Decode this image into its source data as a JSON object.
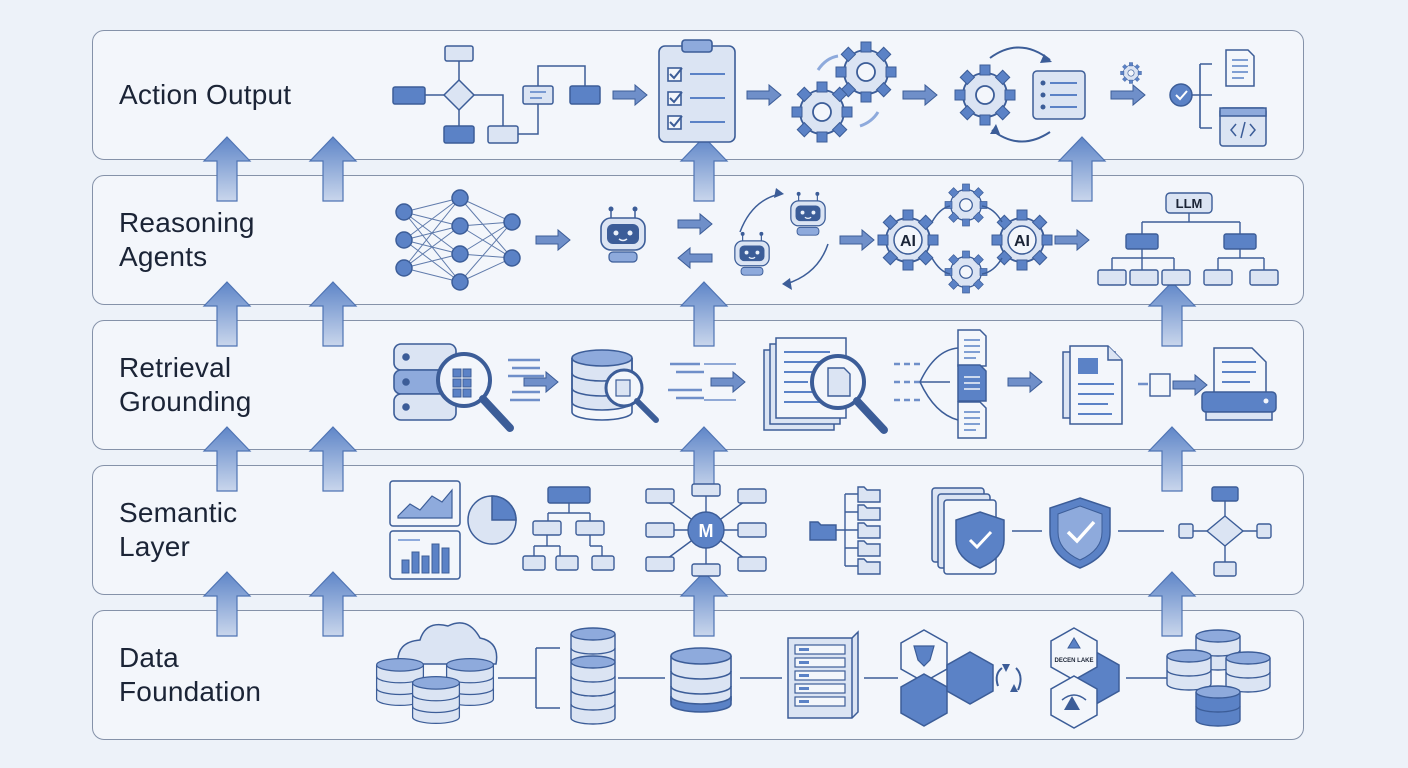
{
  "layers": [
    {
      "id": "action-output",
      "label_lines": [
        "Action Output"
      ]
    },
    {
      "id": "reasoning-agents",
      "label_lines": [
        "Reasoning",
        "Agents"
      ]
    },
    {
      "id": "retrieval-grounding",
      "label_lines": [
        "Retrieval",
        "Grounding"
      ]
    },
    {
      "id": "semantic-layer",
      "label_lines": [
        "Semantic",
        "Layer"
      ]
    },
    {
      "id": "data-foundation",
      "label_lines": [
        "Data",
        "Foundation"
      ]
    }
  ],
  "icon_text": {
    "ai": "AI",
    "llm": "LLM",
    "m": "M",
    "lake_caption": "DECEN LAKE"
  },
  "colors": {
    "background": "#edf2f9",
    "panel": "#f3f6fb",
    "border": "#8592a9",
    "accent": "#5b82c6",
    "accent_dark": "#3c5d98",
    "light_fill": "#dbe4f3",
    "arrow": "#6f8fc9"
  },
  "icons": [
    "flowchart-icon",
    "clipboard-checklist-icon",
    "gears-icon",
    "gear-document-icon",
    "branch-output-icon",
    "neural-network-icon",
    "robot-icon",
    "multi-robot-icon",
    "ai-gears-icon",
    "llm-tree-icon",
    "database-search-icon",
    "database-document-icon",
    "document-search-icon",
    "document-split-icon",
    "document-stack-icon",
    "printer-icon",
    "analytics-charts-icon",
    "pie-chart-icon",
    "hierarchy-icon",
    "m-hub-icon",
    "folder-tree-icon",
    "shield-stack-icon",
    "shield-check-icon",
    "flow-diamond-icon",
    "cloud-database-icon",
    "database-icon",
    "server-icon",
    "hex-lake-icon",
    "database-cluster-icon"
  ]
}
